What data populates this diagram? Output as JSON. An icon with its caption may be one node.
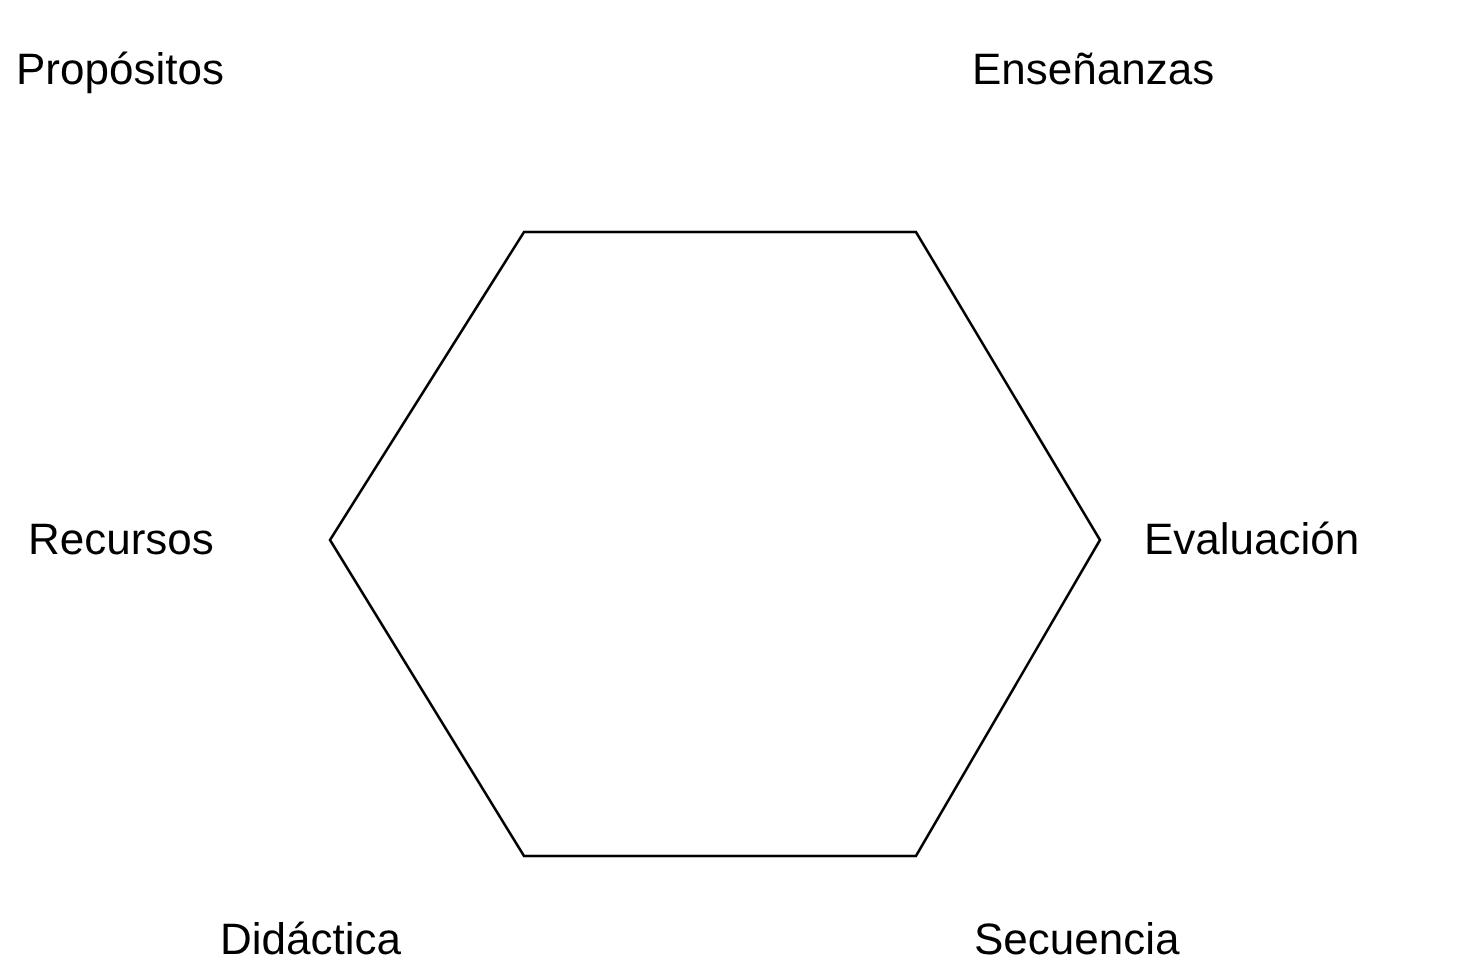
{
  "diagram": {
    "labels": [
      "Propósitos",
      "Enseñanzas",
      "Recursos",
      "Evaluación",
      "Didáctica",
      "Secuencia"
    ]
  }
}
